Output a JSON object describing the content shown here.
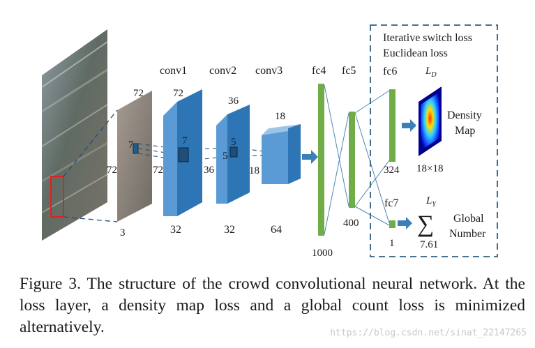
{
  "layers": {
    "conv1": "conv1",
    "conv2": "conv2",
    "conv3": "conv3",
    "fc4": "fc4",
    "fc5": "fc5",
    "fc6": "fc6",
    "fc7": "fc7"
  },
  "dims": {
    "input_side": "72",
    "input_top": "72",
    "input_depth": "3",
    "input_kernel": "7",
    "conv1_top": "72",
    "conv1_side": "72",
    "conv1_depth": "32",
    "conv1_kernel": "7",
    "conv2_top": "36",
    "conv2_side": "36",
    "conv2_depth": "32",
    "conv2_kernel_top": "5",
    "conv2_kernel_side": "5",
    "conv3_top": "18",
    "conv3_side": "18",
    "conv3_depth": "64",
    "fc4_size": "1000",
    "fc5_size": "400",
    "fc6_size": "324",
    "fc7_size": "1"
  },
  "loss_box": {
    "line1": "Iterative switch loss",
    "line2": "Euclidean loss"
  },
  "outputs": {
    "ld_label": "L",
    "ld_sub": "D",
    "ly_label": "L",
    "ly_sub": "Y",
    "density_line1": "Density",
    "density_line2": "Map",
    "density_size": "18×18",
    "sum_symbol": "∑",
    "sum_value": "7.61",
    "global_line1": "Global",
    "global_line2": "Number"
  },
  "caption": "Figure 3. The structure of the crowd convolutional neural network. At the loss layer, a density map loss and a global count loss is minimized alternatively.",
  "watermark": "https://blog.csdn.net/sinat_22147265",
  "colors": {
    "cube_front": "#5b9bd5",
    "cube_top": "#9dc3e6",
    "cube_side": "#2e75b6",
    "fc_green": "#70ad47",
    "dashed_box": "#2f5f7f",
    "arrow": "#3c7fb8"
  }
}
